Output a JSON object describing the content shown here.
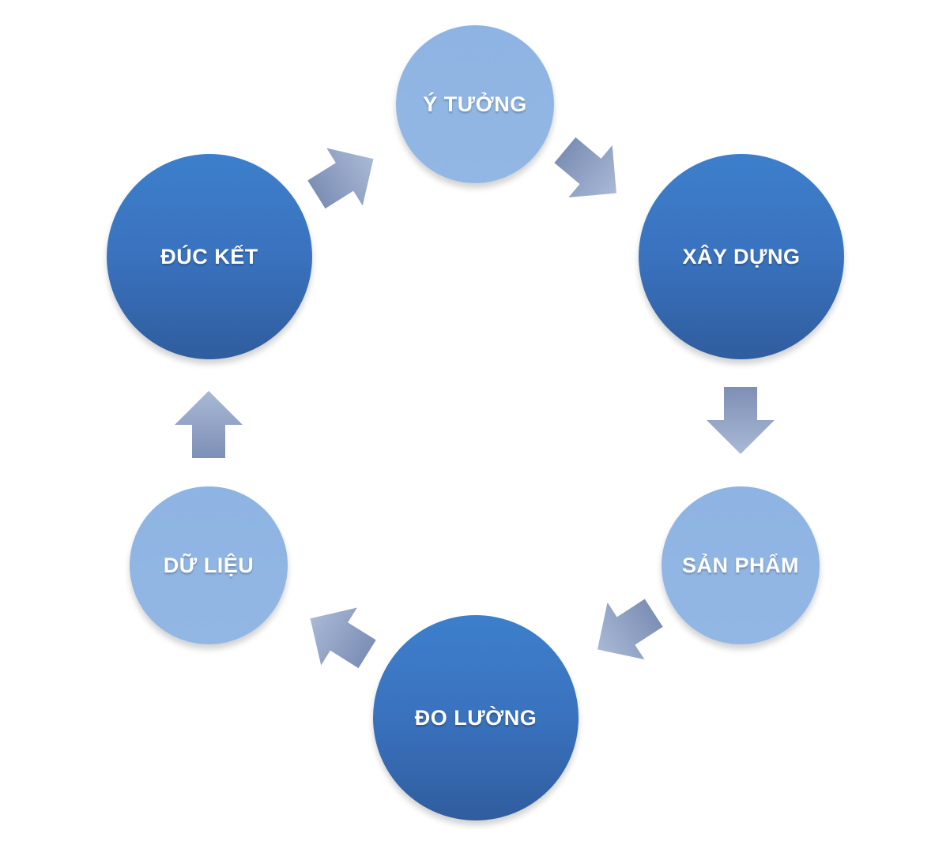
{
  "diagram": {
    "colors": {
      "dark_node": "#3a72be",
      "light_node": "#8eb4e3",
      "arrow_top": "#a9b9d6",
      "arrow_bottom": "#7d8fb5",
      "label": "#ffffff"
    },
    "nodes": [
      {
        "id": "y-tuong",
        "label": "Ý TƯỞNG",
        "style": "light"
      },
      {
        "id": "xay-dung",
        "label": "XÂY DỰNG",
        "style": "dark"
      },
      {
        "id": "san-pham",
        "label": "SẢN PHẨM",
        "style": "light"
      },
      {
        "id": "do-luong",
        "label": "ĐO LƯỜNG",
        "style": "dark"
      },
      {
        "id": "du-lieu",
        "label": "DỮ LIỆU",
        "style": "light"
      },
      {
        "id": "duc-ket",
        "label": "ĐÚC KẾT",
        "style": "dark"
      }
    ],
    "arrows": [
      {
        "from": "y-tuong",
        "to": "xay-dung",
        "icon": "arrow-icon"
      },
      {
        "from": "xay-dung",
        "to": "san-pham",
        "icon": "arrow-icon"
      },
      {
        "from": "san-pham",
        "to": "do-luong",
        "icon": "arrow-icon"
      },
      {
        "from": "do-luong",
        "to": "du-lieu",
        "icon": "arrow-icon"
      },
      {
        "from": "du-lieu",
        "to": "duc-ket",
        "icon": "arrow-icon"
      },
      {
        "from": "duc-ket",
        "to": "y-tuong",
        "icon": "arrow-icon"
      }
    ]
  }
}
